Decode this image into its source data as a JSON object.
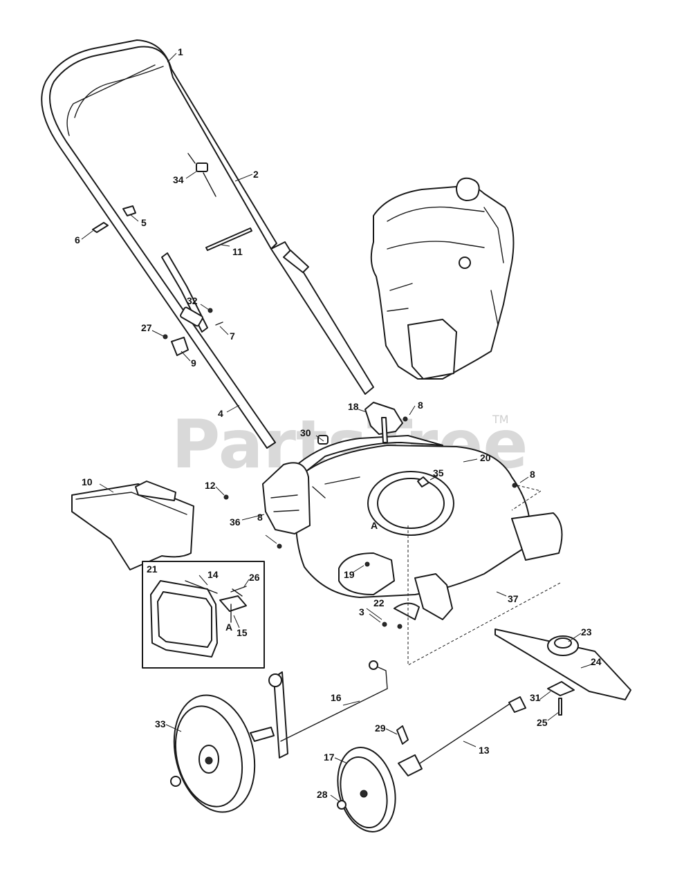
{
  "watermark": {
    "text": "PartsTree",
    "tm": "TM"
  },
  "inset": {
    "number": "21"
  },
  "callouts": [
    {
      "id": "1",
      "text": "1"
    },
    {
      "id": "2",
      "text": "2"
    },
    {
      "id": "3",
      "text": "3"
    },
    {
      "id": "4",
      "text": "4"
    },
    {
      "id": "5",
      "text": "5"
    },
    {
      "id": "6",
      "text": "6"
    },
    {
      "id": "7",
      "text": "7"
    },
    {
      "id": "8a",
      "text": "8"
    },
    {
      "id": "8b",
      "text": "8"
    },
    {
      "id": "8c",
      "text": "8"
    },
    {
      "id": "9",
      "text": "9"
    },
    {
      "id": "10",
      "text": "10"
    },
    {
      "id": "11",
      "text": "11"
    },
    {
      "id": "12",
      "text": "12"
    },
    {
      "id": "13",
      "text": "13"
    },
    {
      "id": "14",
      "text": "14"
    },
    {
      "id": "15",
      "text": "15"
    },
    {
      "id": "16",
      "text": "16"
    },
    {
      "id": "17",
      "text": "17"
    },
    {
      "id": "18",
      "text": "18"
    },
    {
      "id": "19",
      "text": "19"
    },
    {
      "id": "20",
      "text": "20"
    },
    {
      "id": "22",
      "text": "22"
    },
    {
      "id": "23",
      "text": "23"
    },
    {
      "id": "24",
      "text": "24"
    },
    {
      "id": "25",
      "text": "25"
    },
    {
      "id": "26",
      "text": "26"
    },
    {
      "id": "27",
      "text": "27"
    },
    {
      "id": "28",
      "text": "28"
    },
    {
      "id": "29",
      "text": "29"
    },
    {
      "id": "30",
      "text": "30"
    },
    {
      "id": "31",
      "text": "31"
    },
    {
      "id": "32",
      "text": "32"
    },
    {
      "id": "33",
      "text": "33"
    },
    {
      "id": "34",
      "text": "34"
    },
    {
      "id": "35",
      "text": "35"
    },
    {
      "id": "36",
      "text": "36"
    },
    {
      "id": "37",
      "text": "37"
    },
    {
      "id": "Adeck",
      "text": "A"
    },
    {
      "id": "Ainset",
      "text": "A"
    }
  ]
}
